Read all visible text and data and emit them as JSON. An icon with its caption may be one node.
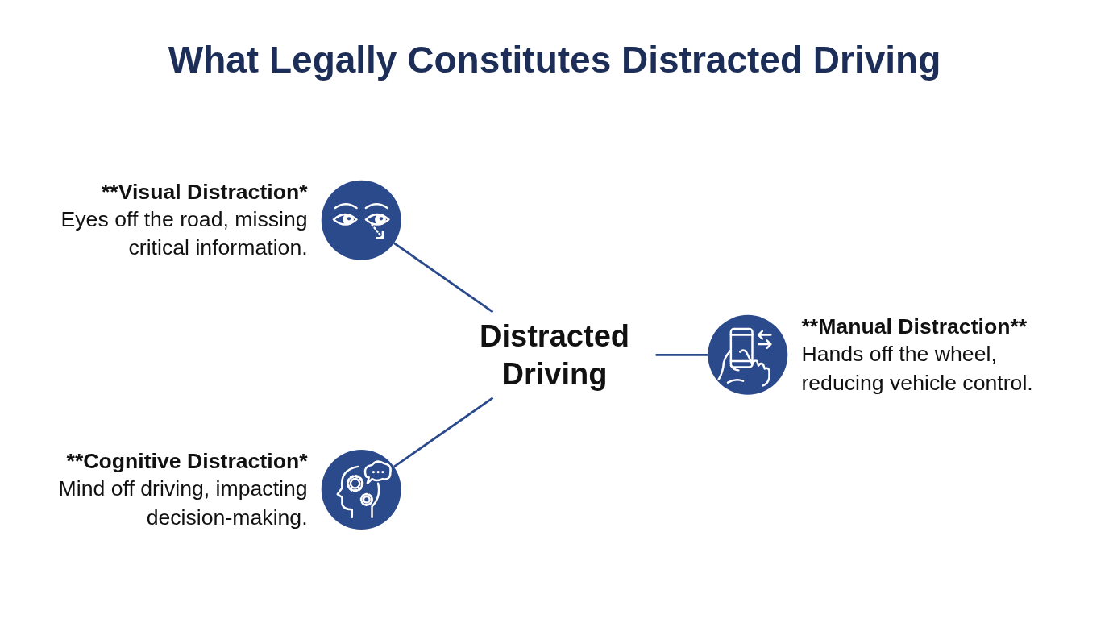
{
  "diagram": {
    "title": "What Legally Constitutes Distracted Driving",
    "nodes": [
      {
        "text": [
          "**Visual Distraction*",
          "Eyes off the road, missing critical information."
        ]
      },
      {
        "text": [
          "Distracted Driving"
        ]
      },
      {
        "text": [
          "**Manual Distraction**",
          "Hands off the wheel, reducing vehicle control."
        ]
      },
      {
        "text": [
          "**Cognitive Distraction*",
          "Mind off driving, impacting decision-making."
        ]
      }
    ],
    "edges": [
      {
        "from": 0,
        "to": 1,
        "arrow": "none"
      },
      {
        "from": 1,
        "to": 2,
        "arrow": "none"
      },
      {
        "from": 3,
        "to": 1,
        "arrow": "none"
      }
    ]
  }
}
